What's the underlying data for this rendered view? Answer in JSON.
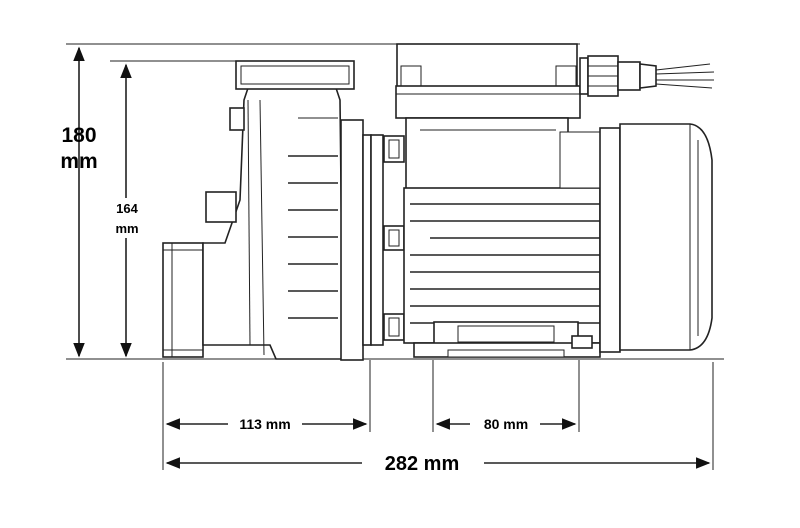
{
  "dimensions": {
    "overall_height": "180",
    "overall_height_unit": "mm",
    "inner_height": "164",
    "inner_height_unit": "mm",
    "inlet_to_flange": "113 mm",
    "foot_width": "80 mm",
    "overall_length": "282 mm"
  }
}
